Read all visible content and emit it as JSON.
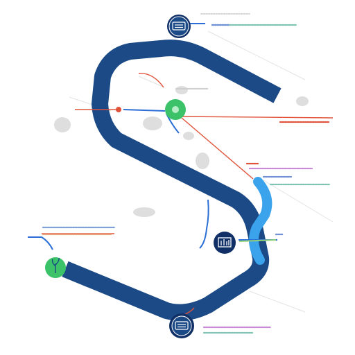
{
  "diagram": {
    "nodes": [
      {
        "id": "top",
        "icon": "keyboard-icon"
      },
      {
        "id": "mid-green",
        "icon": "circle-icon"
      },
      {
        "id": "right",
        "icon": "bar-chart-icon"
      },
      {
        "id": "left-green",
        "icon": "plant-icon"
      },
      {
        "id": "bottom",
        "icon": "keyboard-icon"
      }
    ],
    "labels": [],
    "colors": {
      "navy": "#1b4a86",
      "navy_dark": "#0f2f66",
      "sky": "#3aa3ec",
      "green": "#3cc36a",
      "teal": "#2ec4a6",
      "red": "#e0533a",
      "blue_line": "#2b6fd6",
      "gray_blob": "#d9d9d9"
    }
  }
}
